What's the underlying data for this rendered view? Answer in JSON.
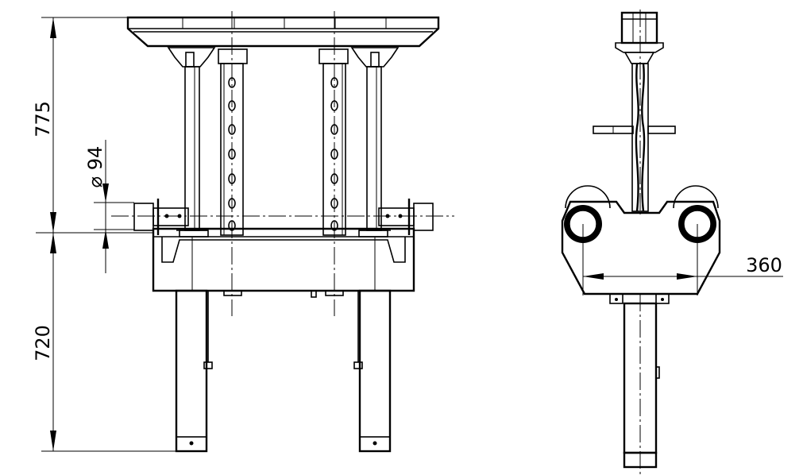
{
  "drawing": {
    "front_view": {
      "dim_upper_height": "775",
      "dim_lower_height": "720",
      "dim_diameter": "⌀ 94"
    },
    "side_view": {
      "dim_width": "360"
    }
  }
}
